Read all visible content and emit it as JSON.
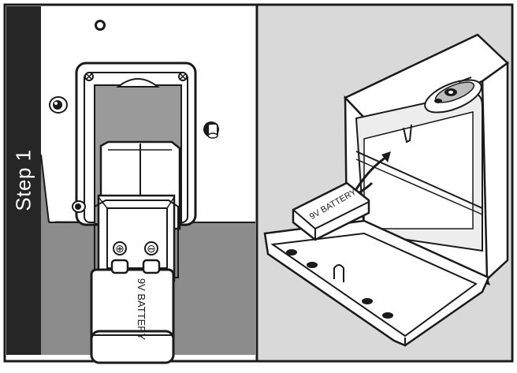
{
  "step": {
    "label": "Step 1"
  },
  "battery_left": {
    "polarity_plus": "⊕",
    "polarity_minus": "⊖",
    "text": "9V BATTERY"
  },
  "battery_right": {
    "text": "9V BATTERY"
  },
  "colors": {
    "outline": "#1a1a1a",
    "step_band": "#262626",
    "dark_fill": "#8c8c8c",
    "slot_fill": "#9a9a9a",
    "right_bg": "#d9d9d9",
    "white": "#ffffff",
    "inner_wall": "#ededed"
  },
  "icons": {
    "left_panel": [
      "screw-icon",
      "keyhole-icon",
      "toggle-knob-icon",
      "led-dot-icon",
      "pushbutton-icon"
    ],
    "right_panel": [
      "keypad-icon",
      "insert-arrow-icon",
      "hinge-tab-icon"
    ]
  }
}
